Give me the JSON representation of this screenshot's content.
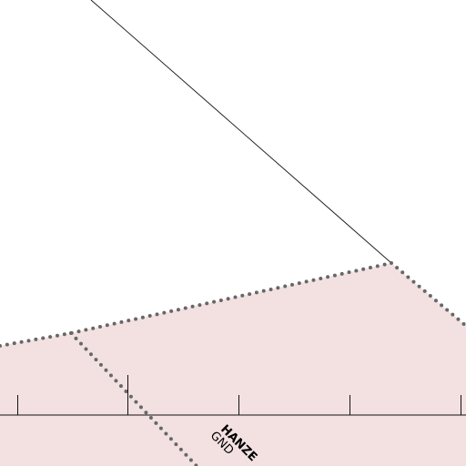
{
  "map": {
    "background_color": "#ffffff",
    "airspace": {
      "name": "HANZE",
      "lower_limit": "GND",
      "fill_color": "#f3e1e2",
      "border_color": "#676767",
      "border_style": "dotted"
    },
    "route_line_color": "#222222",
    "scale_bar_color": "#111111"
  }
}
